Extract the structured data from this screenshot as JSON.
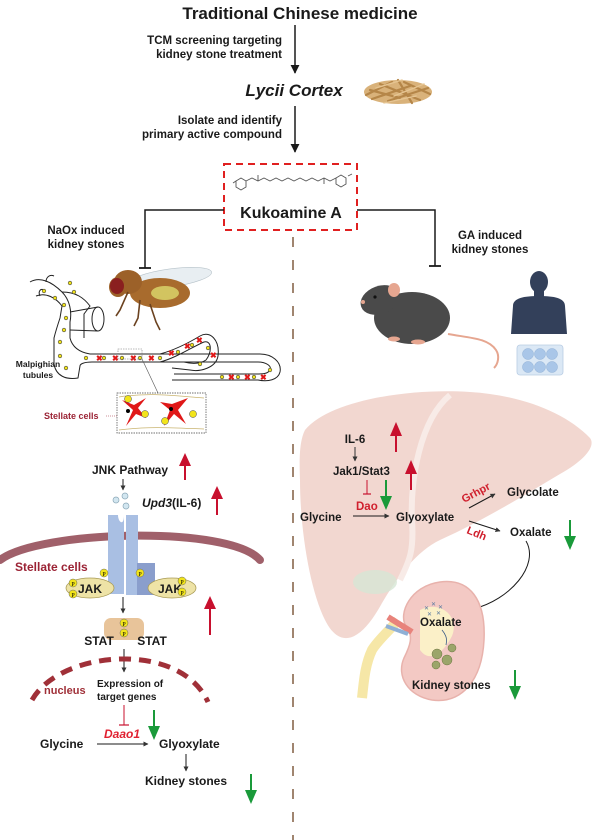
{
  "title": "Traditional Chinese medicine",
  "flow": {
    "step1_label_line1": "TCM screening targeting",
    "step1_label_line2": "kidney stone treatment",
    "herb": "Lycii Cortex",
    "step2_label_line1": "Isolate and identify",
    "step2_label_line2": "primary active compound",
    "compound": "Kukoamine A"
  },
  "left_panel": {
    "model_line1": "NaOx induced",
    "model_line2": "kidney stones",
    "malpighian_line1": "Malpighian",
    "malpighian_line2": "tubules",
    "stellate_cells_label": "Stellate cells",
    "jnk": "JNK Pathway",
    "upd3_gene": "Upd3",
    "upd3_suffix": "(IL-6)",
    "membrane_label": "Stellate cells",
    "jak": "JAK",
    "stat": "STAT",
    "phospho": "P",
    "nucleus": "nucleus",
    "expression_line1": "Expression of",
    "expression_line2": "target genes",
    "glycine": "Glycine",
    "enzyme": "Daao1",
    "glyoxylate": "Glyoxylate",
    "outcome": "Kidney stones"
  },
  "right_panel": {
    "model_line1": "GA induced",
    "model_line2": "kidney stones",
    "il6": "IL-6",
    "jak_stat": "Jak1/Stat3",
    "enzyme_dao": "Dao",
    "glycine": "Glycine",
    "glyoxylate": "Glyoxylate",
    "enzyme_grhpr": "Grhpr",
    "enzyme_ldh": "Ldh",
    "glycolate": "Glycolate",
    "oxalate": "Oxalate",
    "kidney_oxalate": "Oxalate",
    "outcome": "Kidney stones"
  },
  "colors": {
    "up_arrow": "#c8102e",
    "down_arrow": "#1a9a3a",
    "compound_box": "#e02020",
    "divider": "#a08570",
    "membrane": "#a0606a",
    "receptor": "#a9bfe3",
    "liver": "#f2d7d0",
    "kidney": "#f3c9c4"
  }
}
